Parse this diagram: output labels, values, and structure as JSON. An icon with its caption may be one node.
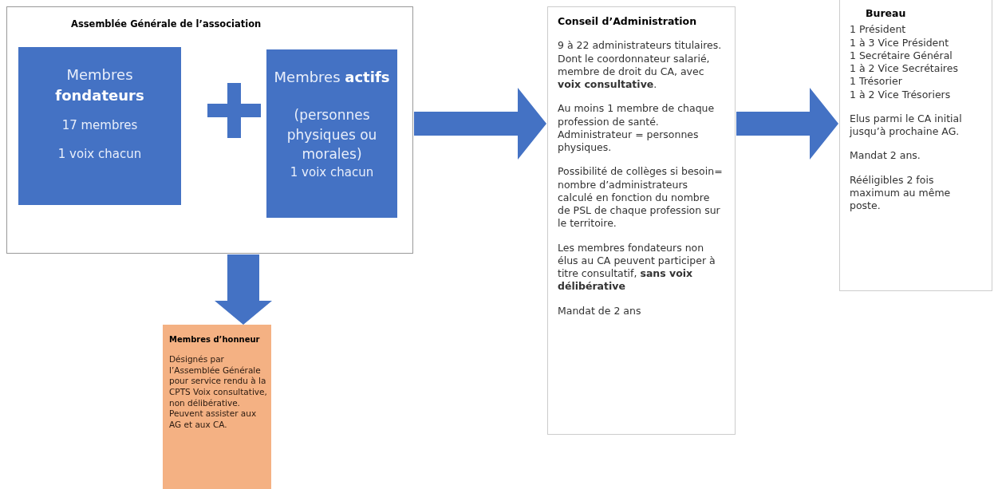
{
  "diagram": {
    "nodes": [
      {
        "text": [
          "Assemblée Générale de l’association"
        ]
      },
      {
        "text": [
          "Membres **fondateurs**",
          "17 membres",
          "1 voix chacun"
        ],
        "in": 0
      },
      {
        "text": [
          "Membres **actifs**",
          "(personnes physiques ou morales)",
          "1 voix chacun"
        ],
        "in": 0
      },
      {
        "text": [
          "Membres d’honneur",
          "Désignés par l’Assemblée Générale pour service rendu à la CPTS Voix consultative, non délibérative. Peuvent assister aux AG et aux CA."
        ]
      },
      {
        "text": [
          "Conseil d’Administration",
          "9 à 22 administrateurs titulaires. Dont le coordonnateur salarié, membre de droit du CA, avec **voix consultative**.",
          "Au moins 1 membre de chaque profession de santé. Administrateur = personnes physiques.",
          "Possibilité de collèges si besoin= nombre d’administrateurs calculé en fonction du nombre de PSL de chaque profession sur le territoire.",
          "Les membres fondateurs non élus au CA peuvent participer à titre consultatif, **sans voix délibérative**",
          "Mandat de 2 ans"
        ]
      },
      {
        "text": [
          "Bureau",
          "1 Président",
          "1 à 3 Vice Président",
          "1 Secrétaire Général",
          "1 à 2 Vice Secrétaires",
          "1 Trésorier",
          "1 à 2 Vice Trésoriers",
          "Elus parmi le CA initial jusqu’à prochaine AG.",
          "Mandat 2 ans.",
          "Rééligibles 2 fois maximum au même poste."
        ]
      }
    ],
    "edges": [
      {
        "from": 0,
        "to": 3,
        "arrow": "to"
      },
      {
        "from": 0,
        "to": 4,
        "arrow": "to"
      },
      {
        "from": 4,
        "to": 5,
        "arrow": "to"
      }
    ]
  }
}
